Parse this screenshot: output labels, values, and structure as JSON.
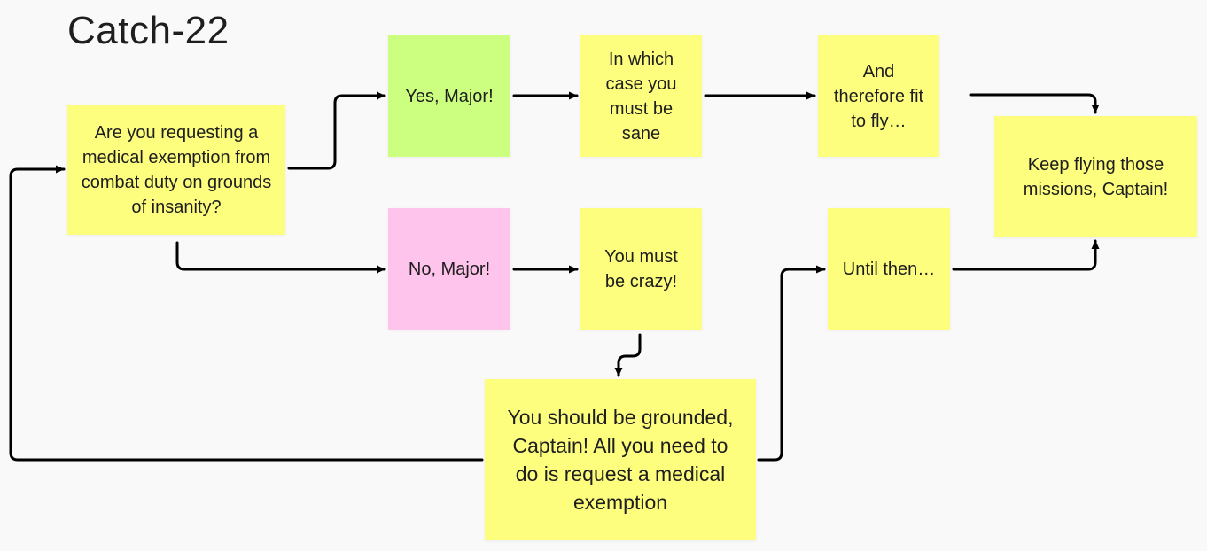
{
  "title": "Catch-22",
  "colors": {
    "background": "#f9f9f9",
    "yellow": "#fdfd7e",
    "green": "#ccff80",
    "pink": "#ffc4ec",
    "connector": "#000000"
  },
  "nodes": {
    "question": "Are you requesting a medical exemption from combat duty on grounds of insanity?",
    "yes": "Yes, Major!",
    "sane": "In which case you must be sane",
    "fit": "And therefore fit to fly…",
    "keep_flying": "Keep flying those missions, Captain!",
    "no": "No, Major!",
    "crazy": "You must be crazy!",
    "grounded": "You should be grounded, Captain! All you need to do is request a medical exemption",
    "until": "Until then…"
  }
}
